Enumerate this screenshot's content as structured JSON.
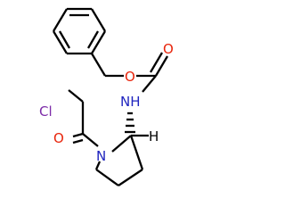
{
  "molecule": {
    "colors": {
      "bond": "#000000",
      "oxygen": "#e8240b",
      "nitrogen": "#1f24bf",
      "chlorine": "#7c2ba8"
    },
    "labels": {
      "carbonyl_oxygen_carbamate": "O",
      "ether_oxygen": "O",
      "amide_nh": "NH",
      "chlorine": "Cl",
      "carbonyl_oxygen_amide": "O",
      "ring_nitrogen": "N",
      "stereo_hydrogen": "H"
    },
    "stereo": {
      "hashed_bond_count": 1
    }
  }
}
